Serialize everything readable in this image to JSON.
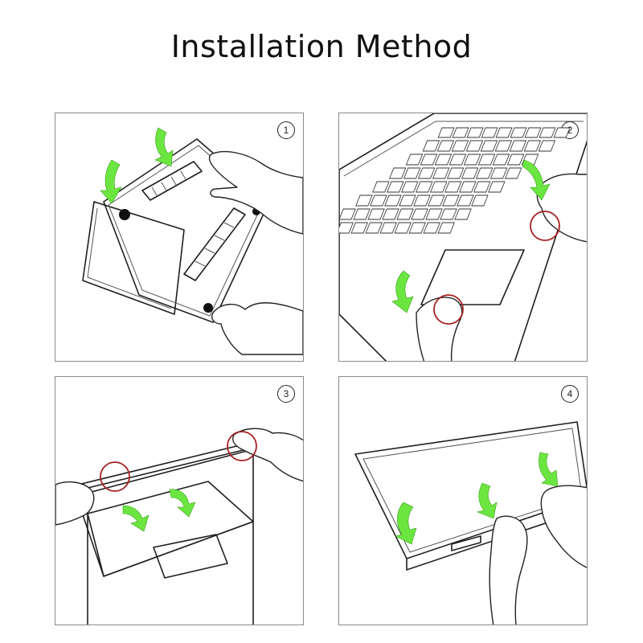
{
  "title": "Installation Method",
  "steps": [
    {
      "number": "1"
    },
    {
      "number": "2"
    },
    {
      "number": "3"
    },
    {
      "number": "4"
    }
  ],
  "colors": {
    "arrow": "#6be640",
    "highlight_ring": "#a52222",
    "line_art": "#1f1f1f",
    "panel_border": "#8a8a8a"
  },
  "icons": [
    "green-arrow-icon",
    "red-circle-highlight",
    "hand-illustration"
  ]
}
